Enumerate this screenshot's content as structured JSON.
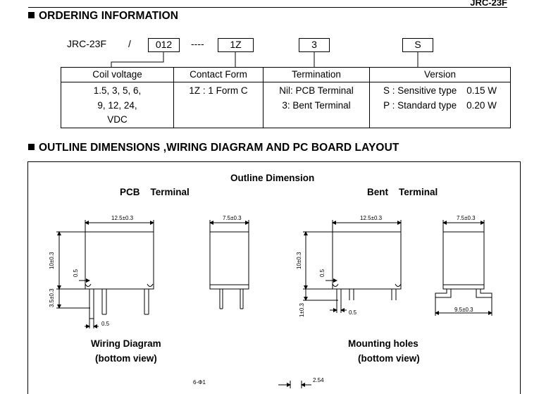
{
  "header": {
    "model": "JRC-23F"
  },
  "ordering": {
    "title": "ORDERING INFORMATION",
    "model": "JRC-23F",
    "slash": "/",
    "dashes": "----",
    "codes": [
      "012",
      "1Z",
      "3",
      "S"
    ],
    "columns": [
      "Coil voltage",
      "Contact Form",
      "Termination",
      "Version"
    ],
    "coil_voltage": [
      "1.5, 3, 5, 6,",
      "9, 12, 24,",
      "VDC"
    ],
    "contact_form": [
      "1Z : 1 Form C"
    ],
    "termination": [
      "Nil: PCB Terminal",
      "3: Bent Terminal"
    ],
    "version": [
      {
        "label": "S : Sensitive type",
        "power": "0.15 W"
      },
      {
        "label": "P : Standard type",
        "power": "0.20 W"
      }
    ]
  },
  "outline": {
    "title": "OUTLINE DIMENSIONS ,WIRING DIAGRAM AND PC BOARD LAYOUT",
    "outline_dimension": "Outline Dimension",
    "pcb_terminal": "PCB    Terminal",
    "bent_terminal": "Bent    Terminal",
    "wiring_diagram": "Wiring Diagram",
    "mounting_holes": "Mounting holes",
    "bottom_view": "(bottom view)",
    "dims": {
      "width": "12.5±0.3",
      "depth": "7.5±0.3",
      "height": "10±0.3",
      "pin_len": "3.5±0.3",
      "pin_w": "0.5",
      "bent_pin": "1±0.3",
      "bent_span": "9.5±0.3",
      "holes": "6-Φ1",
      "pitch": "2.54"
    }
  }
}
